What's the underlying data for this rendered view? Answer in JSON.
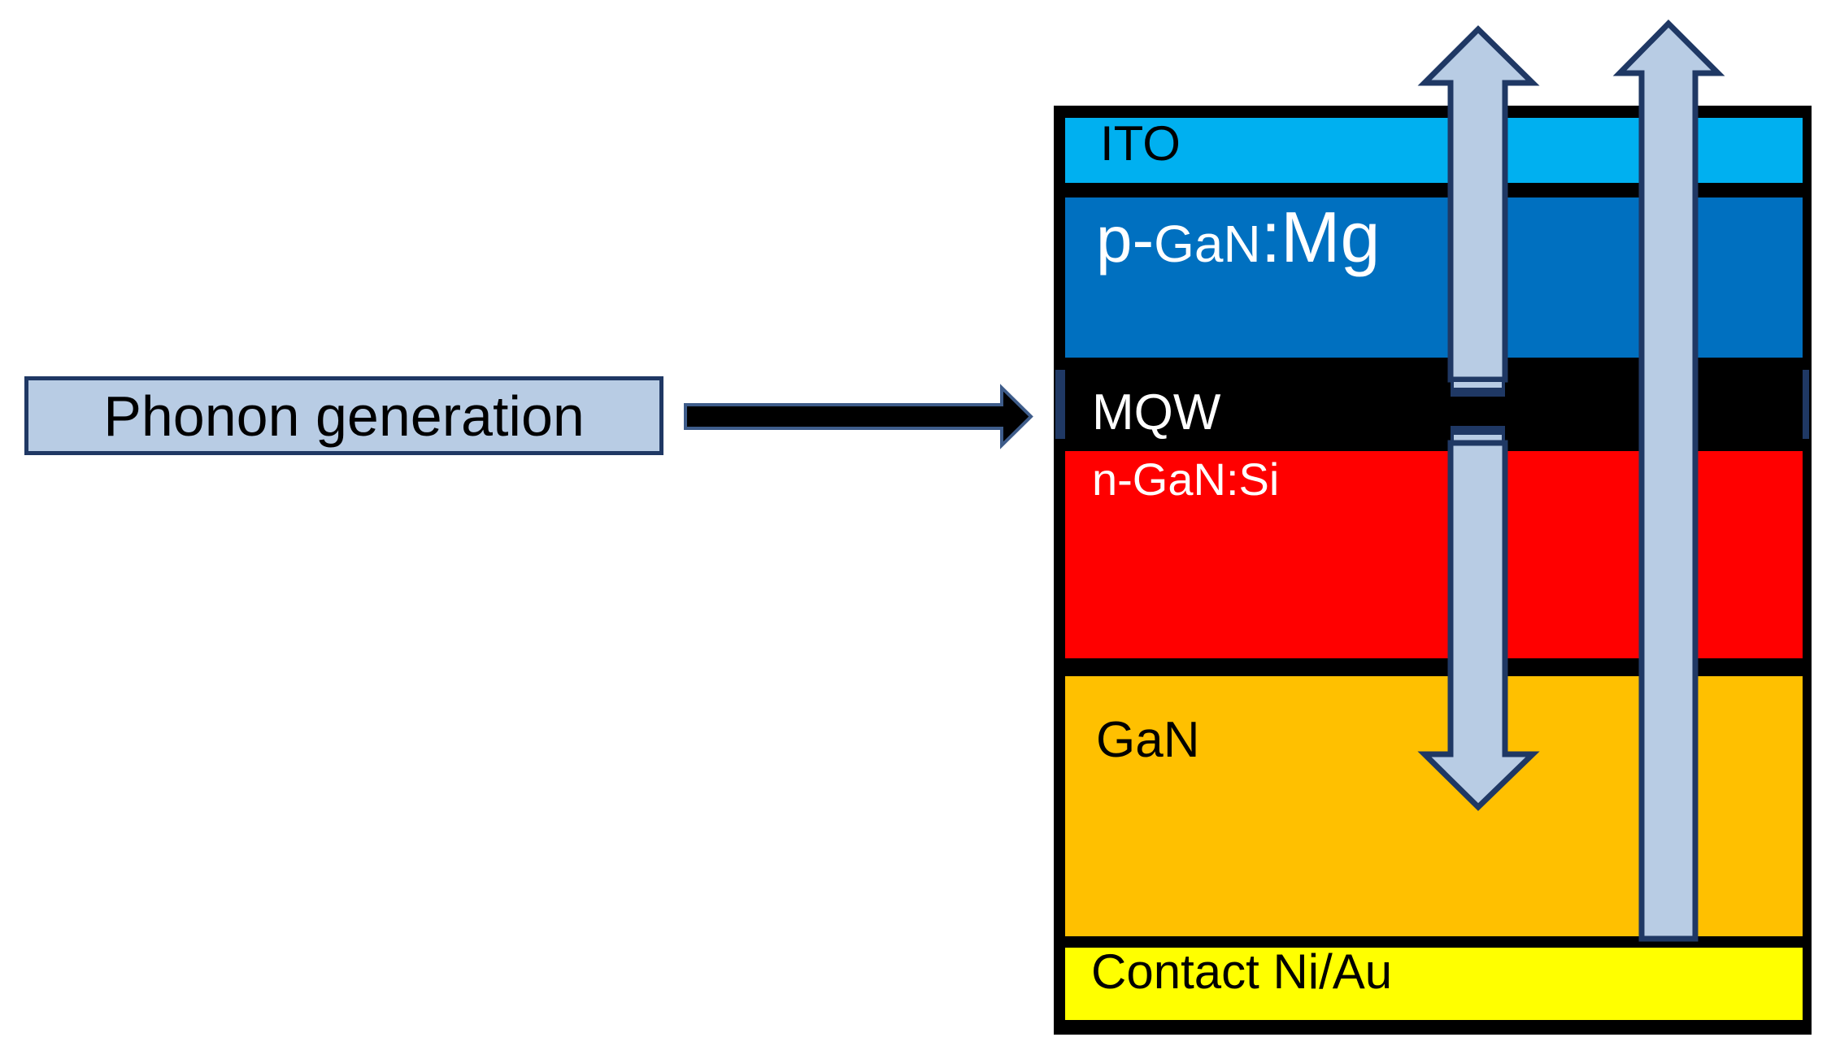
{
  "title": "LED layer stack phonon generation diagram",
  "phonon": {
    "label": "Phonon generation"
  },
  "device": {
    "layers": [
      {
        "id": "ito",
        "label": "ITO",
        "color": "#00B0F0"
      },
      {
        "id": "p_gan",
        "label": "p-GaN:Mg",
        "parts": [
          "p-",
          "GaN",
          ":Mg"
        ],
        "color": "#0070C0"
      },
      {
        "id": "mqw",
        "label": "MQW",
        "color": "#000000"
      },
      {
        "id": "n_gan",
        "label": "n-GaN:Si",
        "color": "#FF0000"
      },
      {
        "id": "gan",
        "label": "GaN",
        "color": "#FFC000"
      },
      {
        "id": "contact",
        "label": "Contact Ni/Au",
        "color": "#FFFF00"
      }
    ]
  },
  "icons": {
    "left_vertical_arrow": "double-headed-vertical-arrow-broken-at-mqw",
    "right_vertical_arrow": "up-arrow-from-contact",
    "phonon_arrow": "right-arrow"
  },
  "colors": {
    "ito": "#00B0F0",
    "p_gan": "#0070C0",
    "mqw": "#000000",
    "n_gan": "#FF0000",
    "gan": "#FFC000",
    "contact": "#FFFF00",
    "border": "#000000",
    "arrow_fill": "#B8CCE4",
    "arrow_outline": "#1F3864",
    "box_fill": "#B8CCE4",
    "box_border": "#1F3864",
    "phonon_arrow_fill": "#000000",
    "phonon_arrow_outline": "#3E5C8A"
  }
}
